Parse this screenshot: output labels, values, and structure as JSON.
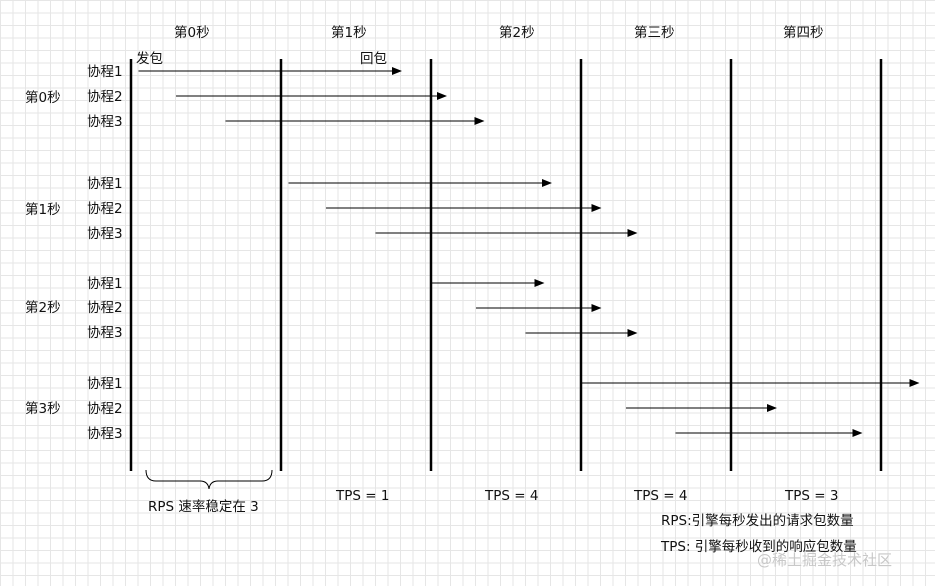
{
  "second_headers": [
    "第0秒",
    "第1秒",
    "第2秒",
    "第三秒",
    "第四秒"
  ],
  "send_label": "发包",
  "recv_label": "回包",
  "row_groups": [
    {
      "label": "第0秒",
      "coroutines": [
        "协程1",
        "协程2",
        "协程3"
      ]
    },
    {
      "label": "第1秒",
      "coroutines": [
        "协程1",
        "协程2",
        "协程3"
      ]
    },
    {
      "label": "第2秒",
      "coroutines": [
        "协程1",
        "协程2",
        "协程3"
      ]
    },
    {
      "label": "第3秒",
      "coroutines": [
        "协程1",
        "协程2",
        "协程3"
      ]
    }
  ],
  "rps_note": "RPS 速率稳定在 3",
  "tps_labels": [
    "TPS = 1",
    "TPS = 4",
    "TPS = 4",
    "TPS = 3"
  ],
  "legend": {
    "rps": "RPS:引擎每秒发出的请求包数量",
    "tps": "TPS: 引擎每秒收到的响应包数量"
  },
  "watermark": "@稀土掘金技术社区",
  "colors": {
    "line": "#000000",
    "grid": "#e6e6e6"
  },
  "requests": [
    {
      "start_s": 0.05,
      "end_s": 1.8
    },
    {
      "start_s": 0.3,
      "end_s": 2.1
    },
    {
      "start_s": 0.63,
      "end_s": 2.35
    },
    {
      "start_s": 1.05,
      "end_s": 2.8
    },
    {
      "start_s": 1.3,
      "end_s": 3.13
    },
    {
      "start_s": 1.63,
      "end_s": 3.37
    },
    {
      "start_s": 2.0,
      "end_s": 2.75
    },
    {
      "start_s": 2.3,
      "end_s": 3.13
    },
    {
      "start_s": 2.63,
      "end_s": 3.37
    },
    {
      "start_s": 3.0,
      "end_s": 5.25
    },
    {
      "start_s": 3.3,
      "end_s": 4.3
    },
    {
      "start_s": 3.63,
      "end_s": 4.87
    }
  ]
}
